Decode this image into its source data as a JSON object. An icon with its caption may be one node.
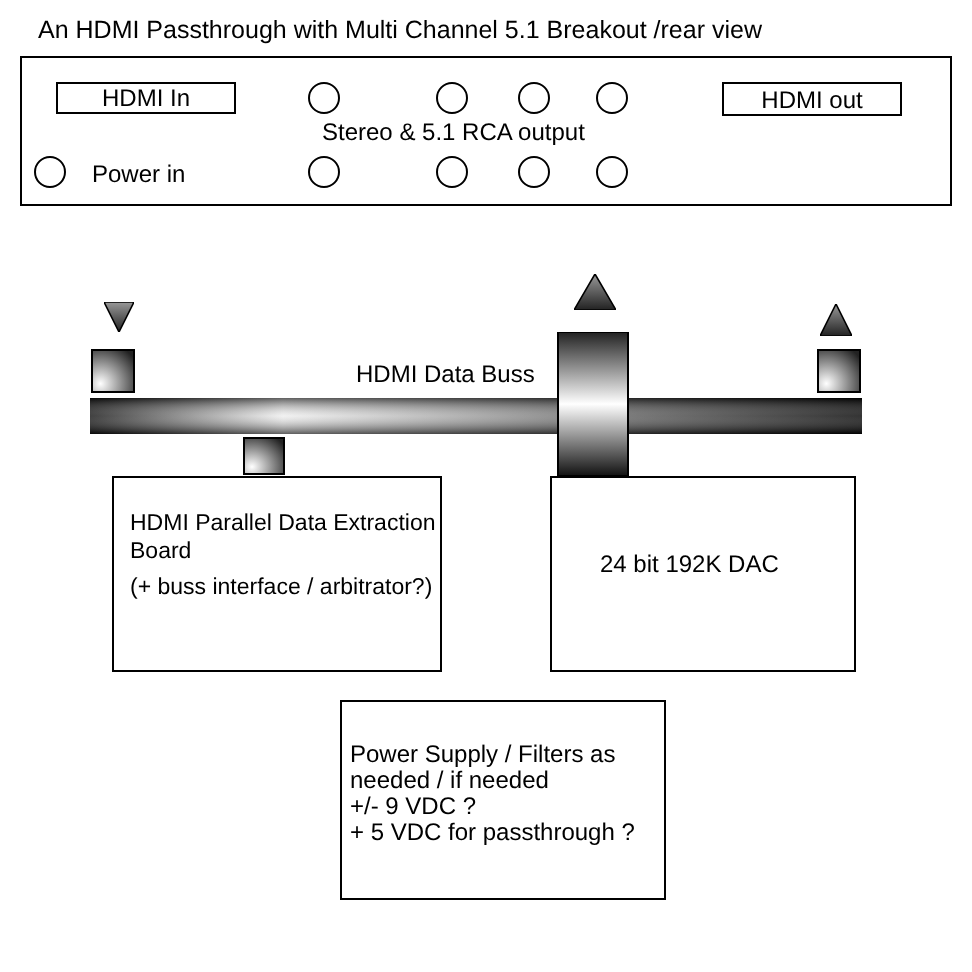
{
  "diagram": {
    "title": "An HDMI Passthrough with Multi Channel 5.1 Breakout /rear view",
    "nodes": [
      {
        "text": [],
        "shape": "box"
      },
      {
        "text": [
          "HDMI In"
        ],
        "in": 0
      },
      {
        "text": [],
        "shape": "circle",
        "in": 0
      },
      {
        "text": [],
        "shape": "circle",
        "in": 0
      },
      {
        "text": [],
        "shape": "circle",
        "in": 0
      },
      {
        "text": [],
        "shape": "circle",
        "in": 0
      },
      {
        "text": [
          "HDMI out"
        ],
        "in": 0
      },
      {
        "text": [],
        "shape": "circle",
        "in": 0,
        "beside": [
          "Power in"
        ]
      },
      {
        "text": [],
        "shape": "circle",
        "in": 0
      },
      {
        "text": [],
        "shape": "circle",
        "in": 0
      },
      {
        "text": [],
        "shape": "circle",
        "in": 0
      },
      {
        "text": [],
        "shape": "circle",
        "in": 0
      },
      {
        "text": [
          "HDMI Parallel Data Extraction Board",
          "(+ buss interface / arbitrator?)"
        ]
      },
      {
        "text": [
          "24 bit 192K DAC"
        ]
      },
      {
        "text": [
          "Power Supply / Filters as needed / if needed",
          "+/- 9 VDC ?",
          "+ 5 VDC for passthrough ?"
        ]
      }
    ],
    "labels": [
      "Stereo & 5.1 RCA output",
      "HDMI Data Buss"
    ]
  }
}
